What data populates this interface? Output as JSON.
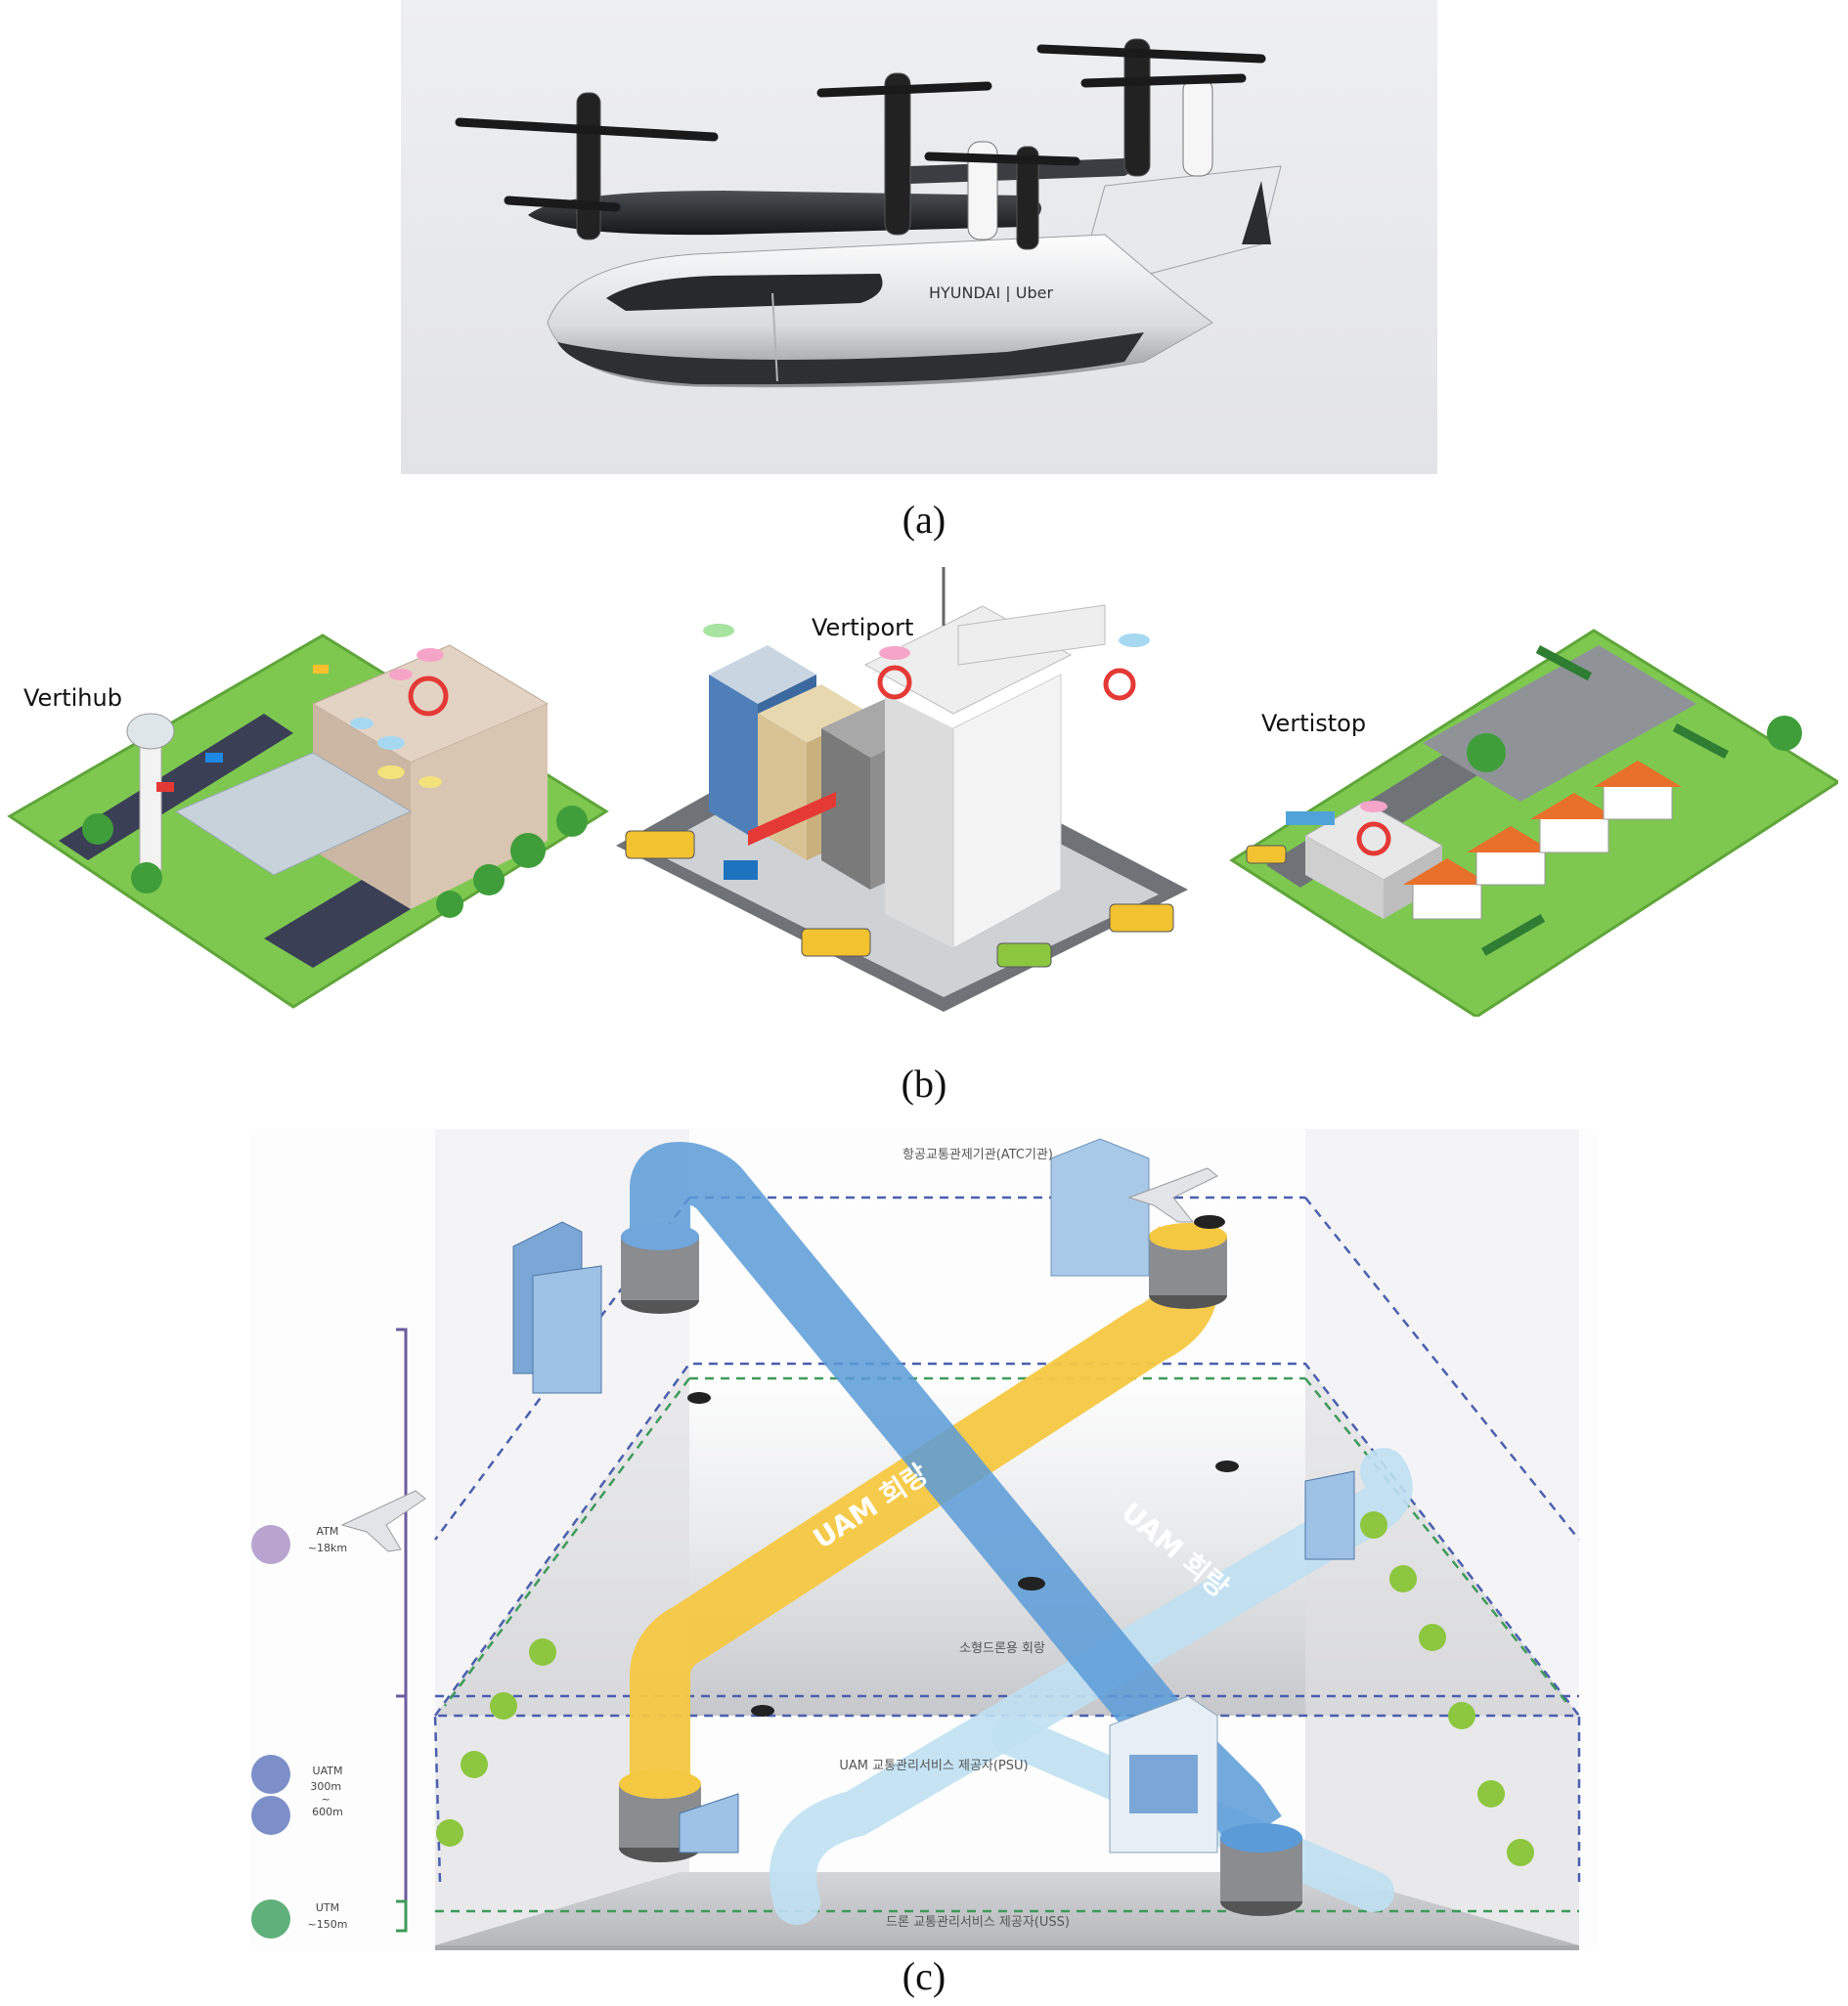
{
  "panel_a": {
    "caption": "(a)",
    "vehicle_brand": "HYUNDAI | Uber",
    "background": "#e9eaec"
  },
  "panel_b": {
    "caption": "(b)",
    "labels": [
      "Vertihub",
      "Vertiport",
      "Vertistop"
    ]
  },
  "panel_c": {
    "caption": "(c)",
    "atc_label": "항공교통관제기관(ATC기관)",
    "yellow_corridor": "UAM 회랑",
    "blue_corridor": "UAM 회랑",
    "drone_corridor": "소형드론용 회랑",
    "psu_label": "UAM 교통관리서비스 제공자(PSU)",
    "uss_label": "드론 교통관리서비스 제공자(USS)",
    "legend": [
      {
        "name": "ATM",
        "range": "~18km",
        "color": "#b9a3cf"
      },
      {
        "name": "UATM",
        "range": "300m\n~\n600m",
        "color": "#7d8fc9"
      },
      {
        "name": "UTM",
        "range": "~150m",
        "color": "#5fb07a"
      }
    ],
    "colors": {
      "yellow": "#f5c842",
      "blue": "#5b9bd8",
      "lightblue": "#bfe0f2"
    }
  }
}
